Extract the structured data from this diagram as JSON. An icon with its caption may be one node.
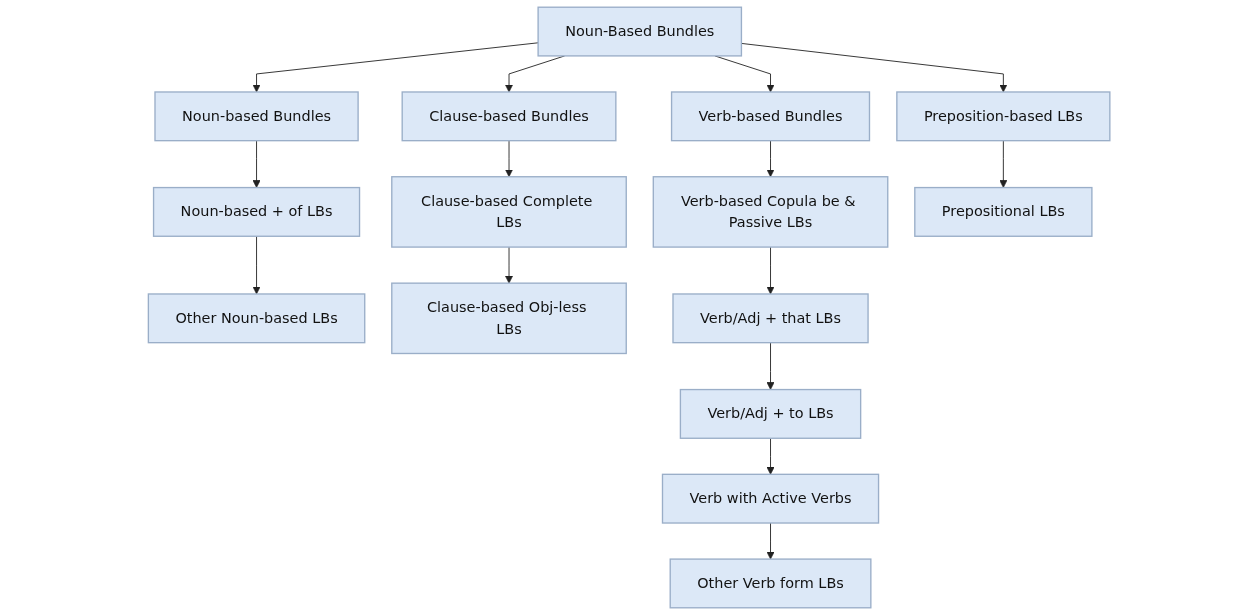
{
  "diagram": {
    "nodes": [
      {
        "text": [
          "Noun-Based Bundles"
        ]
      },
      {
        "text": [
          "Noun-based Bundles"
        ]
      },
      {
        "text": [
          "Clause-based Bundles"
        ]
      },
      {
        "text": [
          "Verb-based Bundles"
        ]
      },
      {
        "text": [
          "Preposition-based LBs"
        ]
      },
      {
        "text": [
          "Noun-based + of LBs"
        ]
      },
      {
        "text": [
          "Other Noun-based LBs"
        ]
      },
      {
        "text": [
          "Clause-based Complete LBs"
        ]
      },
      {
        "text": [
          "Clause-based Obj-less LBs"
        ]
      },
      {
        "text": [
          "Verb-based Copula be & Passive LBs"
        ]
      },
      {
        "text": [
          "Verb/Adj + that LBs"
        ]
      },
      {
        "text": [
          "Verb/Adj + to LBs"
        ]
      },
      {
        "text": [
          "Verb with Active Verbs"
        ]
      },
      {
        "text": [
          "Other Verb form LBs"
        ]
      },
      {
        "text": [
          "Prepositional LBs"
        ]
      }
    ],
    "edges": [
      {
        "from": 0,
        "to": 1,
        "arrow": "to"
      },
      {
        "from": 0,
        "to": 2,
        "arrow": "to"
      },
      {
        "from": 0,
        "to": 3,
        "arrow": "to"
      },
      {
        "from": 0,
        "to": 4,
        "arrow": "to"
      },
      {
        "from": 1,
        "to": 5,
        "arrow": "to"
      },
      {
        "from": 5,
        "to": 6,
        "arrow": "to"
      },
      {
        "from": 2,
        "to": 7,
        "arrow": "to"
      },
      {
        "from": 7,
        "to": 8,
        "arrow": "to"
      },
      {
        "from": 3,
        "to": 9,
        "arrow": "to"
      },
      {
        "from": 9,
        "to": 10,
        "arrow": "to"
      },
      {
        "from": 10,
        "to": 11,
        "arrow": "to"
      },
      {
        "from": 11,
        "to": 12,
        "arrow": "to"
      },
      {
        "from": 12,
        "to": 13,
        "arrow": "to"
      },
      {
        "from": 4,
        "to": 14,
        "arrow": "to"
      }
    ]
  }
}
